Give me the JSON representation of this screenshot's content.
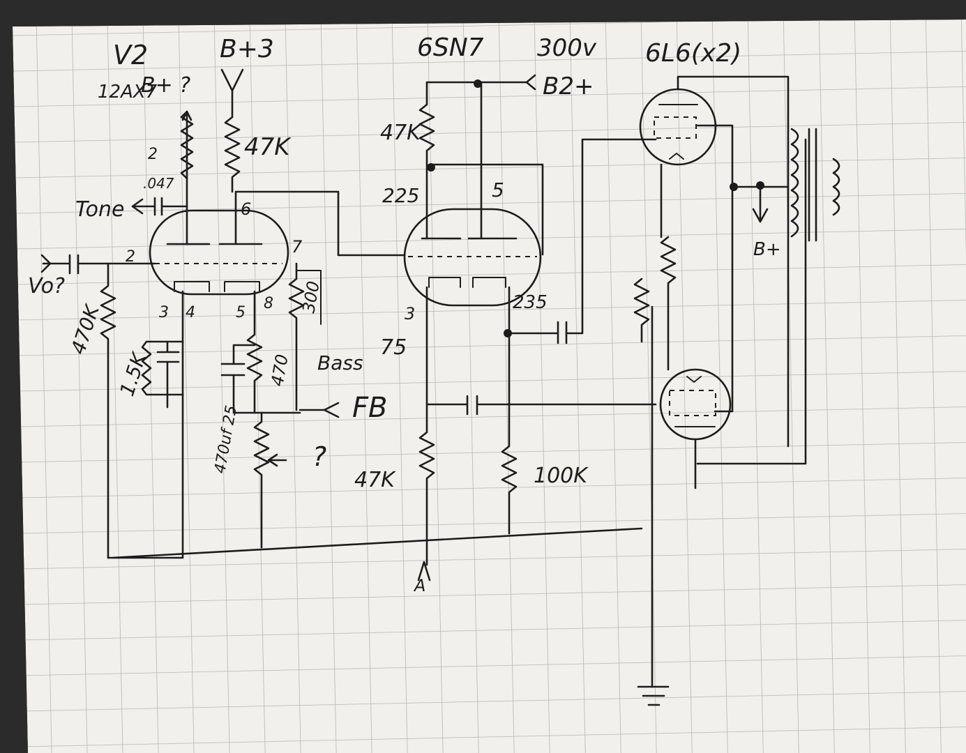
{
  "labels": {
    "v2": "V2",
    "tube_12ax7": "12AX7",
    "b_plus_q": "B+ ?",
    "b_plus_3": "B+3",
    "tube_6sn7": "6SN7",
    "v300": "300v",
    "b2_plus": "B2+",
    "tube_6l6": "6L6(x2)",
    "r47k_1": "47K",
    "r47k_2": "47K",
    "r47k_3": "47K",
    "r100k": "100K",
    "r470k": "470K",
    "r1_5k": "1.5K",
    "r470": "470",
    "r300": "300",
    "cap_047": ".047",
    "tone": "Tone",
    "bass": "Bass",
    "fb": "FB",
    "vo": "Vo?",
    "q_mark": "?",
    "v225_a": "225",
    "v235": "235",
    "v75": "75",
    "pin_2a": "2",
    "pin_2b": "2",
    "pin_6": "6",
    "pin_7": "7",
    "pin_3": "3",
    "pin_4": "4",
    "pin_5": "5",
    "pin_8": "8",
    "pin_3b": "3",
    "pin_5b": "5",
    "cap_470": "470uf 25",
    "b_plus_right": "B+",
    "node_a": "A"
  },
  "colors": {
    "paper": "#f1f0ec",
    "grid": "#b4b6b3",
    "ink": "#1c1c1c",
    "frame": "#2b2b2b"
  }
}
